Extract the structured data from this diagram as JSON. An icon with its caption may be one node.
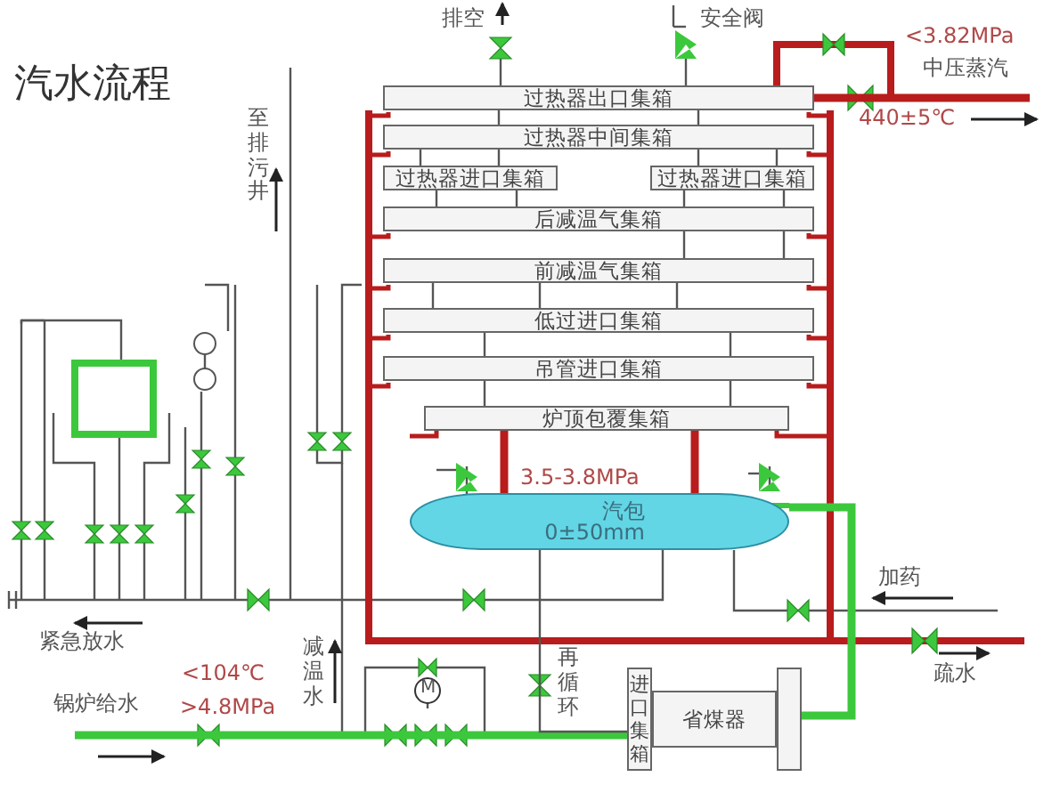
{
  "diagram": {
    "title": "汽水流程",
    "nodes": [
      {
        "text": [
          "过热器出口集箱"
        ]
      },
      {
        "text": [
          "过热器中间集箱"
        ]
      },
      {
        "text": [
          "过热器进口集箱"
        ]
      },
      {
        "text": [
          "过热器进口集箱"
        ]
      },
      {
        "text": [
          "后减温气集箱"
        ]
      },
      {
        "text": [
          "前减温气集箱"
        ]
      },
      {
        "text": [
          "低过进口集箱"
        ]
      },
      {
        "text": [
          "吊管进口集箱"
        ]
      },
      {
        "text": [
          "炉顶包覆集箱"
        ]
      },
      {
        "text": [
          "汽包",
          "0±50mm"
        ],
        "beside": [
          "3.5-3.8MPa"
        ]
      },
      {
        "text": [
          "进口集箱"
        ]
      },
      {
        "text": [
          "省煤器"
        ]
      },
      {
        "text": [],
        "shape": "box"
      }
    ],
    "edges": [
      {
        "from": 1,
        "to": 0,
        "arrow": "none"
      },
      {
        "from": 1,
        "to": 0,
        "arrow": "none"
      },
      {
        "from": 2,
        "to": 1,
        "arrow": "none"
      },
      {
        "from": 2,
        "to": 1,
        "arrow": "none"
      },
      {
        "from": 3,
        "to": 1,
        "arrow": "none"
      },
      {
        "from": 3,
        "to": 1,
        "arrow": "none"
      },
      {
        "from": 4,
        "to": 2,
        "arrow": "none"
      },
      {
        "from": 4,
        "to": 2,
        "arrow": "none"
      },
      {
        "from": 5,
        "to": 3,
        "arrow": "none"
      },
      {
        "from": 5,
        "to": 3,
        "arrow": "none"
      },
      {
        "from": 6,
        "to": 5,
        "arrow": "none"
      },
      {
        "from": 6,
        "to": 5,
        "arrow": "none"
      },
      {
        "from": 6,
        "to": 5,
        "arrow": "none"
      },
      {
        "from": 7,
        "to": 6,
        "arrow": "none"
      },
      {
        "from": 7,
        "to": 6,
        "arrow": "none"
      },
      {
        "from": 8,
        "to": 7,
        "arrow": "none"
      },
      {
        "from": 8,
        "to": 7,
        "arrow": "none"
      },
      {
        "from": 9,
        "to": 8,
        "arrow": "none",
        "style": "thick",
        "color": "#b81c1c"
      },
      {
        "from": 9,
        "to": 8,
        "arrow": "none",
        "style": "thick",
        "color": "#b81c1c"
      },
      {
        "from": null,
        "to": 10,
        "arrow": "none",
        "style": "thick",
        "color": "#3cc83c"
      },
      {
        "from": 12,
        "to": 9,
        "arrow": "none",
        "style": "thick",
        "color": "#3cc83c"
      },
      {
        "from": 0,
        "to": null,
        "arrow": "none",
        "style": "thick",
        "color": "#b81c1c"
      },
      {
        "from": 9,
        "to": 10,
        "arrow": "none"
      }
    ],
    "labels": [
      "排空",
      "安全阀",
      "<3.82MPa",
      "中压蒸汽",
      "440±5℃",
      "至排污井",
      "加药",
      "紧急放水",
      "疏水",
      "<104℃",
      "M",
      "再循环",
      ">4.8MPa",
      "减温水",
      "锅炉给水"
    ]
  }
}
